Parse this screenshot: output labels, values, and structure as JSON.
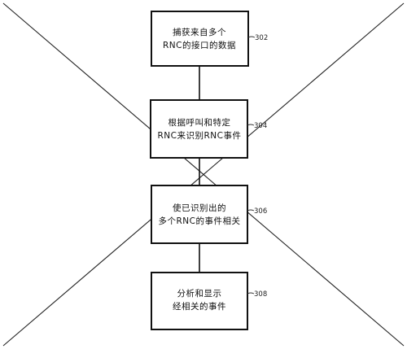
{
  "steps": [
    {
      "id": "302",
      "lines": [
        "捕获来自多个",
        "RNC的接口的数据"
      ]
    },
    {
      "id": "304",
      "lines": [
        "根据呼叫和特定",
        "RNC来识别RNC事件"
      ]
    },
    {
      "id": "306",
      "lines": [
        "使已识别出的",
        "多个RNC的事件相关"
      ]
    },
    {
      "id": "308",
      "lines": [
        "分析和显示",
        "经相关的事件"
      ]
    }
  ],
  "colors": {
    "stroke": "#111111",
    "background": "#ffffff"
  }
}
